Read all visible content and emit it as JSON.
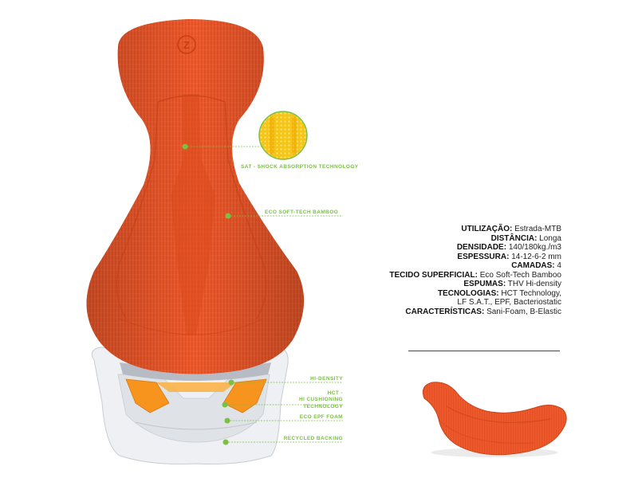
{
  "brand_mark": "Z",
  "callouts": {
    "sat": "SAT - SHOCK ABSORPTION TECHNOLOGY",
    "eco_soft_tech": "ECO SOFT-TECH BAMBOO",
    "hi_density": "HI-DENSITY",
    "hct_line1": "HCT -",
    "hct_line2": "HI CUSHIONING",
    "hct_line3": "TECHNOLOGY",
    "eco_epf": "ECO EPF FOAM",
    "recycled": "RECYCLED BACKING"
  },
  "specs": [
    {
      "key": "UTILIZAÇÃO:",
      "value": " Estrada-MTB"
    },
    {
      "key": "DISTÂNCIA:",
      "value": " Longa"
    },
    {
      "key": "DENSIDADE:",
      "value": " 140/180kg./m3"
    },
    {
      "key": "ESPESSURA:",
      "value": " 14-12-6-2 mm"
    },
    {
      "key": "CAMADAS:",
      "value": " 4"
    },
    {
      "key": "TECIDO SUPERFICIAL:",
      "value": " Eco Soft-Tech Bamboo"
    },
    {
      "key": "ESPUMAS:",
      "value": " THV Hi-density"
    },
    {
      "key": "TECNOLOGIAS:",
      "value": " HCT Technology,"
    },
    {
      "key": "",
      "value": "LF S.A.T., EPF, Bacteriostatic"
    },
    {
      "key": "CARACTERÍSTICAS:",
      "value": " Sani-Foam, B-Elastic"
    }
  ],
  "colors": {
    "pad_orange": "#ee5a2c",
    "callout_green": "#7ac143",
    "sat_yellow": "#f5c518",
    "base_white": "#e8eaed"
  }
}
